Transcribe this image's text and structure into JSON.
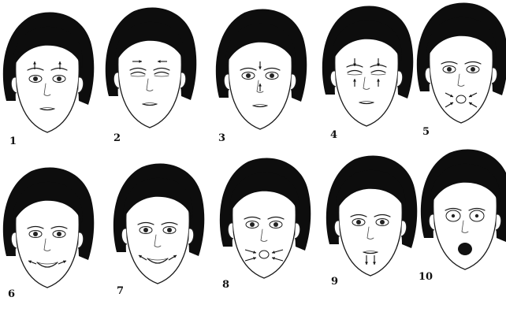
{
  "figure": {
    "labels": [
      "1",
      "2",
      "3",
      "4",
      "5",
      "6",
      "7",
      "8",
      "9",
      "10"
    ]
  },
  "colors": {
    "hair": "#0d0d0d",
    "line": "#1a1a1a",
    "background": "#ffffff"
  }
}
